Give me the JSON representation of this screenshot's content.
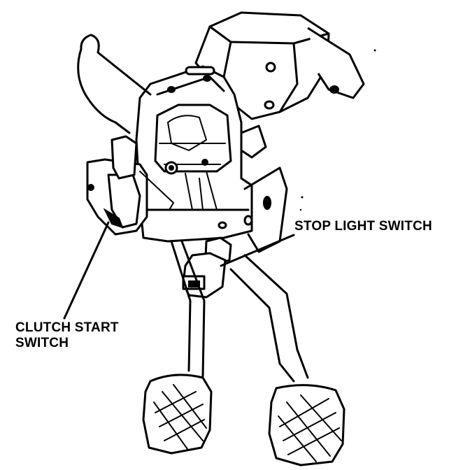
{
  "labels": {
    "stop_light_switch": "STOP LIGHT SWITCH",
    "clutch_start_switch_line1": "CLUTCH START",
    "clutch_start_switch_line2": "SWITCH"
  },
  "colors": {
    "ink": "#000000",
    "paper": "#ffffff"
  }
}
